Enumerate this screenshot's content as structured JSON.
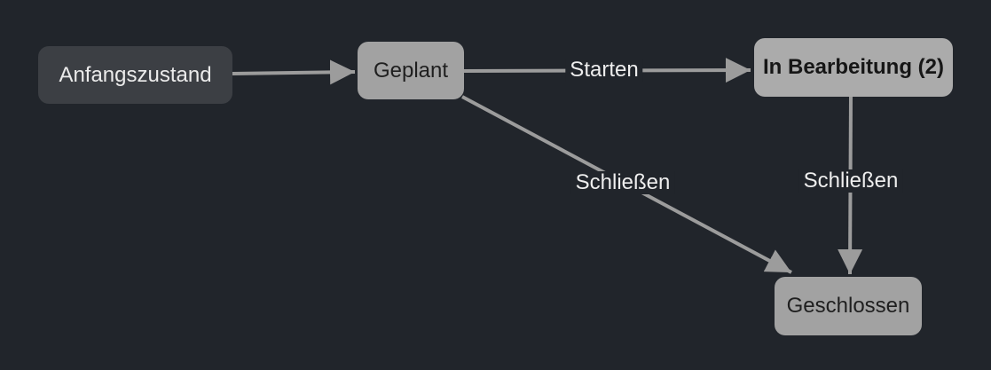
{
  "canvas": {
    "background_color": "#21252b"
  },
  "diagram": {
    "type": "state-workflow",
    "nodes": [
      {
        "id": "anfangszustand",
        "label": "Anfangszustand",
        "style": "dark",
        "fill": "#3c3f44",
        "text_color": "#ebebeb",
        "bold": false
      },
      {
        "id": "geplant",
        "label": "Geplant",
        "style": "light",
        "fill": "#a2a2a2",
        "text_color": "#1f1f1f",
        "bold": false
      },
      {
        "id": "in-bearbeitung",
        "label": "In Bearbeitung (2)",
        "style": "light-active",
        "fill": "#ababab",
        "text_color": "#161616",
        "bold": true
      },
      {
        "id": "geschlossen",
        "label": "Geschlossen",
        "style": "light",
        "fill": "#a2a2a2",
        "text_color": "#1f1f1f",
        "bold": false
      }
    ],
    "edges": [
      {
        "id": "e1",
        "from": "anfangszustand",
        "to": "geplant",
        "label": ""
      },
      {
        "id": "e2",
        "from": "geplant",
        "to": "in-bearbeitung",
        "label": "Starten"
      },
      {
        "id": "e3",
        "from": "geplant",
        "to": "geschlossen",
        "label": "Schließen"
      },
      {
        "id": "e4",
        "from": "in-bearbeitung",
        "to": "geschlossen",
        "label": "Schließen"
      }
    ],
    "edge_color": "#9c9c9c",
    "edge_label_color": "#eeeeee"
  }
}
